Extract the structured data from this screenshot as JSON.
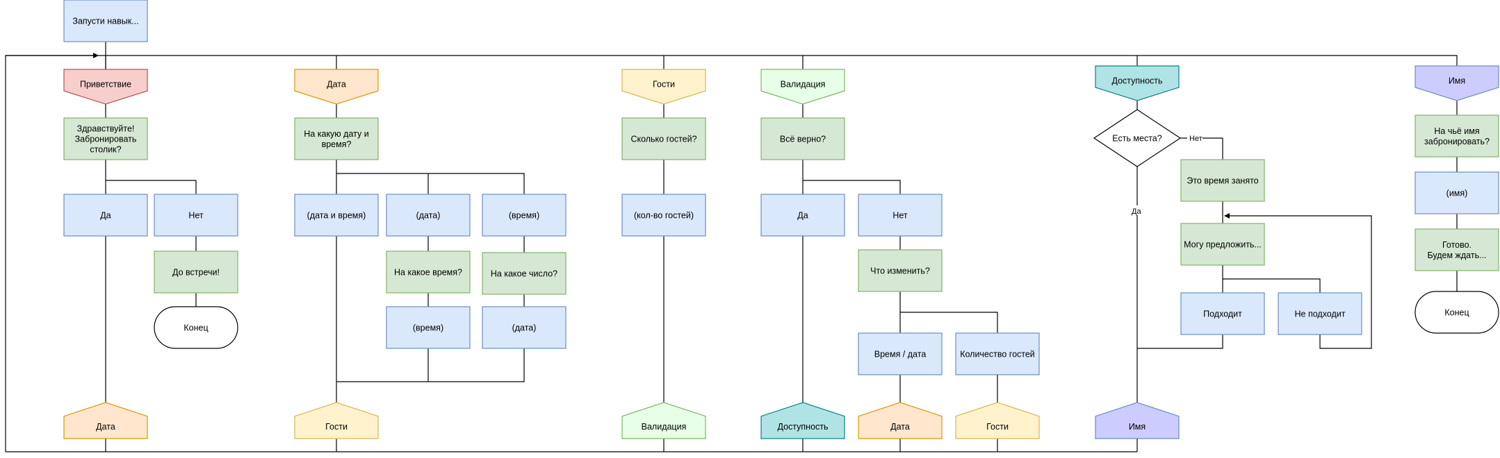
{
  "colors": {
    "action": {
      "fill": "#dae8fc",
      "stroke": "#6c8ebf"
    },
    "prompt": {
      "fill": "#d5e8d4",
      "stroke": "#82b366"
    },
    "greeting": {
      "fill": "#f8cecc",
      "stroke": "#b85450"
    },
    "date": {
      "fill": "#ffe6cc",
      "stroke": "#d79b00"
    },
    "guests": {
      "fill": "#fff2cc",
      "stroke": "#d6b656"
    },
    "validation": {
      "fill": "#e6ffe6",
      "stroke": "#82b366"
    },
    "availability": {
      "fill": "#b0e3e6",
      "stroke": "#0e8088"
    },
    "name": {
      "fill": "#ccccff",
      "stroke": "#6c8ebf"
    },
    "terminal": {
      "fill": "#ffffff",
      "stroke": "#000000"
    },
    "line": "#000000"
  },
  "nodes": [
    {
      "id": "start",
      "shape": "rect",
      "style": "action",
      "lines": [
        "Запусти навык..."
      ]
    },
    {
      "id": "h_greet",
      "shape": "header",
      "style": "greeting",
      "lines": [
        "Приветствие"
      ]
    },
    {
      "id": "q_greet",
      "shape": "rect",
      "style": "prompt",
      "lines": [
        "Здравствуйте!",
        "Забронировать",
        "столик?"
      ]
    },
    {
      "id": "greet_yes",
      "shape": "rect",
      "style": "action",
      "lines": [
        "Да"
      ]
    },
    {
      "id": "greet_no",
      "shape": "rect",
      "style": "action",
      "lines": [
        "Нет"
      ]
    },
    {
      "id": "bye",
      "shape": "rect",
      "style": "prompt",
      "lines": [
        "До встречи!"
      ]
    },
    {
      "id": "end1",
      "shape": "terminal",
      "style": "terminal",
      "lines": [
        "Конец"
      ]
    },
    {
      "id": "f_date1",
      "shape": "footer",
      "style": "date",
      "lines": [
        "Дата"
      ]
    },
    {
      "id": "h_date",
      "shape": "header",
      "style": "date",
      "lines": [
        "Дата"
      ]
    },
    {
      "id": "q_date",
      "shape": "rect",
      "style": "prompt",
      "lines": [
        "На какую дату и",
        "время?"
      ]
    },
    {
      "id": "date_dt",
      "shape": "rect",
      "style": "action",
      "lines": [
        "(дата и время)"
      ]
    },
    {
      "id": "date_d",
      "shape": "rect",
      "style": "action",
      "lines": [
        "(дата)"
      ]
    },
    {
      "id": "date_t",
      "shape": "rect",
      "style": "action",
      "lines": [
        "(время)"
      ]
    },
    {
      "id": "q_time",
      "shape": "rect",
      "style": "prompt",
      "lines": [
        "На какое время?"
      ]
    },
    {
      "id": "q_day",
      "shape": "rect",
      "style": "prompt",
      "lines": [
        "На какое число?"
      ]
    },
    {
      "id": "ans_time",
      "shape": "rect",
      "style": "action",
      "lines": [
        "(время)"
      ]
    },
    {
      "id": "ans_date",
      "shape": "rect",
      "style": "action",
      "lines": [
        "(дата)"
      ]
    },
    {
      "id": "f_guests1",
      "shape": "footer",
      "style": "guests",
      "lines": [
        "Гости"
      ]
    },
    {
      "id": "h_guests",
      "shape": "header",
      "style": "guests",
      "lines": [
        "Гости"
      ]
    },
    {
      "id": "q_guests",
      "shape": "rect",
      "style": "prompt",
      "lines": [
        "Сколько гостей?"
      ]
    },
    {
      "id": "ans_guests",
      "shape": "rect",
      "style": "action",
      "lines": [
        "(кол-во гостей)"
      ]
    },
    {
      "id": "f_valid",
      "shape": "footer",
      "style": "validation",
      "lines": [
        "Валидация"
      ]
    },
    {
      "id": "h_valid",
      "shape": "header",
      "style": "validation",
      "lines": [
        "Валидация"
      ]
    },
    {
      "id": "q_valid",
      "shape": "rect",
      "style": "prompt",
      "lines": [
        "Всё верно?"
      ]
    },
    {
      "id": "valid_yes",
      "shape": "rect",
      "style": "action",
      "lines": [
        "Да"
      ]
    },
    {
      "id": "valid_no",
      "shape": "rect",
      "style": "action",
      "lines": [
        "Нет"
      ]
    },
    {
      "id": "q_change",
      "shape": "rect",
      "style": "prompt",
      "lines": [
        "Что изменить?"
      ]
    },
    {
      "id": "ch_time",
      "shape": "rect",
      "style": "action",
      "lines": [
        "Время / дата"
      ]
    },
    {
      "id": "ch_guests",
      "shape": "rect",
      "style": "action",
      "lines": [
        "Количество гостей"
      ]
    },
    {
      "id": "f_avail",
      "shape": "footer",
      "style": "availability",
      "lines": [
        "Доступность"
      ]
    },
    {
      "id": "f_date2",
      "shape": "footer",
      "style": "date",
      "lines": [
        "Дата"
      ]
    },
    {
      "id": "f_guests2",
      "shape": "footer",
      "style": "guests",
      "lines": [
        "Гости"
      ]
    },
    {
      "id": "h_avail",
      "shape": "header",
      "style": "availability",
      "lines": [
        "Доступность"
      ]
    },
    {
      "id": "d_seats",
      "shape": "diamond",
      "style": "terminal",
      "lines": [
        "Есть места?"
      ]
    },
    {
      "id": "taken",
      "shape": "rect",
      "style": "prompt",
      "lines": [
        "Это время занято"
      ]
    },
    {
      "id": "offer",
      "shape": "rect",
      "style": "prompt",
      "lines": [
        "Могу предложить..."
      ]
    },
    {
      "id": "fits",
      "shape": "rect",
      "style": "action",
      "lines": [
        "Подходит"
      ]
    },
    {
      "id": "notfits",
      "shape": "rect",
      "style": "action",
      "lines": [
        "Не подходит"
      ]
    },
    {
      "id": "f_name",
      "shape": "footer",
      "style": "name",
      "lines": [
        "Имя"
      ]
    },
    {
      "id": "h_name",
      "shape": "header",
      "style": "name",
      "lines": [
        "Имя"
      ]
    },
    {
      "id": "q_name",
      "shape": "rect",
      "style": "prompt",
      "lines": [
        "На чьё имя",
        "забронировать?"
      ]
    },
    {
      "id": "ans_name",
      "shape": "rect",
      "style": "action",
      "lines": [
        "(имя)"
      ]
    },
    {
      "id": "done",
      "shape": "rect",
      "style": "prompt",
      "lines": [
        "Готово.",
        "Будем ждать..."
      ]
    },
    {
      "id": "end2",
      "shape": "terminal",
      "style": "terminal",
      "lines": [
        "Конец"
      ]
    }
  ],
  "edge_labels": {
    "no": "Нет",
    "yes": "Да"
  }
}
